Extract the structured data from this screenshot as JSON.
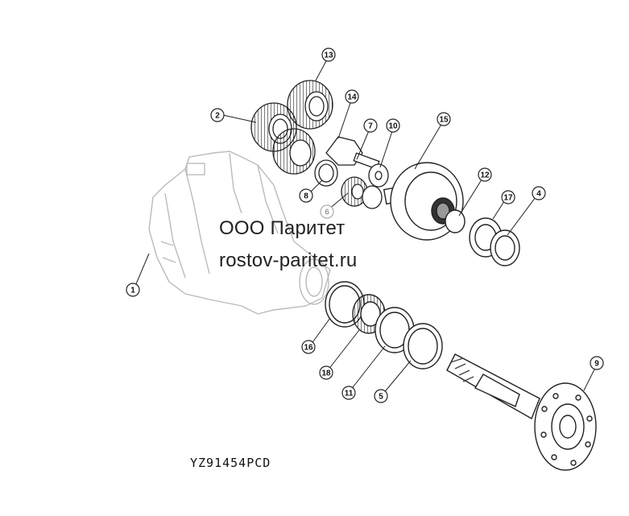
{
  "watermark": {
    "company": "ООО Паритет",
    "site": "rostov-paritet.ru"
  },
  "drawing_code": "YZ91454PCD",
  "callouts": [
    {
      "id": "1",
      "label": "1"
    },
    {
      "id": "2",
      "label": "2"
    },
    {
      "id": "4",
      "label": "4"
    },
    {
      "id": "5",
      "label": "5"
    },
    {
      "id": "6",
      "label": "6"
    },
    {
      "id": "7",
      "label": "7"
    },
    {
      "id": "8",
      "label": "8"
    },
    {
      "id": "9",
      "label": "9"
    },
    {
      "id": "10",
      "label": "10"
    },
    {
      "id": "11",
      "label": "11"
    },
    {
      "id": "12",
      "label": "12"
    },
    {
      "id": "13",
      "label": "13"
    },
    {
      "id": "14",
      "label": "14"
    },
    {
      "id": "15",
      "label": "15"
    },
    {
      "id": "16",
      "label": "16"
    },
    {
      "id": "17",
      "label": "17"
    },
    {
      "id": "18",
      "label": "18"
    }
  ]
}
